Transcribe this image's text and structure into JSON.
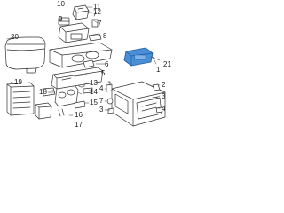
{
  "callouts": {
    "c1": "1",
    "c2": "2",
    "c3": "3",
    "c4": "4",
    "c5": "5",
    "c6": "6",
    "c7": "7",
    "c8": "8",
    "c9": "9",
    "c10": "10",
    "c11": "11",
    "c12": "12",
    "c13": "13",
    "c14": "14",
    "c15": "15",
    "c16": "16",
    "c17": "17",
    "c18": "18",
    "c19": "19",
    "c20": "20",
    "c21": "21"
  },
  "colors": {
    "line": "#333333",
    "highlight_fill": "#4a8fd6",
    "highlight_stroke": "#1f5fa8",
    "background": "#ffffff"
  }
}
